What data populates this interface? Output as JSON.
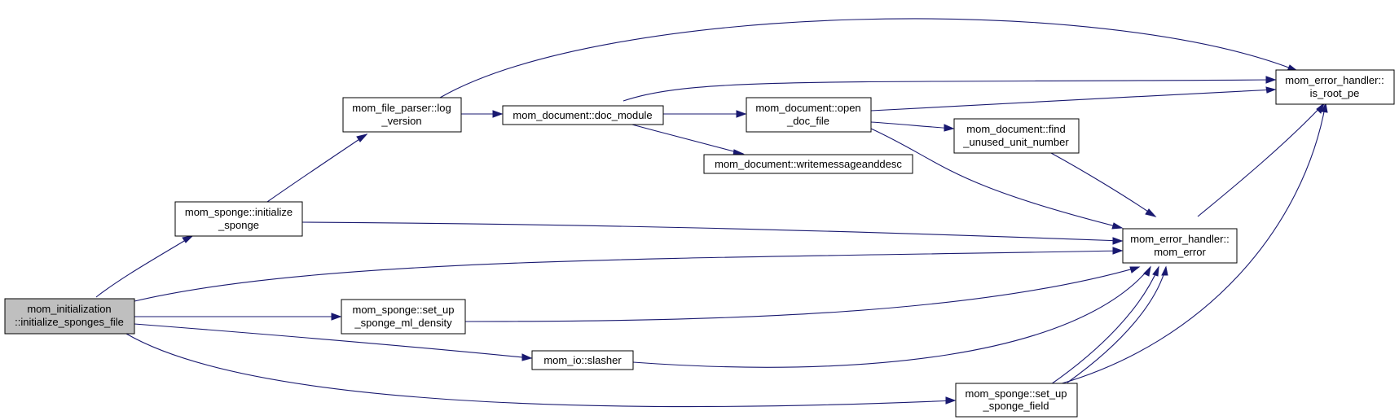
{
  "colors": {
    "edge": "#191970",
    "node_border": "#000000",
    "root_fill": "#bfbfbf",
    "node_fill": "#ffffff"
  },
  "nodes": {
    "initialize_sponges_file": {
      "line1": "mom_initialization",
      "line2": "::initialize_sponges_file"
    },
    "initialize_sponge": {
      "line1": "mom_sponge::initialize",
      "line2": "_sponge"
    },
    "log_version": {
      "line1": "mom_file_parser::log",
      "line2": "_version"
    },
    "doc_module": {
      "line1": "mom_document::doc_module"
    },
    "open_doc_file": {
      "line1": "mom_document::open",
      "line2": "_doc_file"
    },
    "find_unused_unit_number": {
      "line1": "mom_document::find",
      "line2": "_unused_unit_number"
    },
    "writemessageanddesc": {
      "line1": "mom_document::writemessageanddesc"
    },
    "is_root_pe": {
      "line1": "mom_error_handler::",
      "line2": "is_root_pe"
    },
    "mom_error": {
      "line1": "mom_error_handler::",
      "line2": "mom_error"
    },
    "set_up_sponge_ml_density": {
      "line1": "mom_sponge::set_up",
      "line2": "_sponge_ml_density"
    },
    "slasher": {
      "line1": "mom_io::slasher"
    },
    "set_up_sponge_field": {
      "line1": "mom_sponge::set_up",
      "line2": "_sponge_field"
    }
  }
}
